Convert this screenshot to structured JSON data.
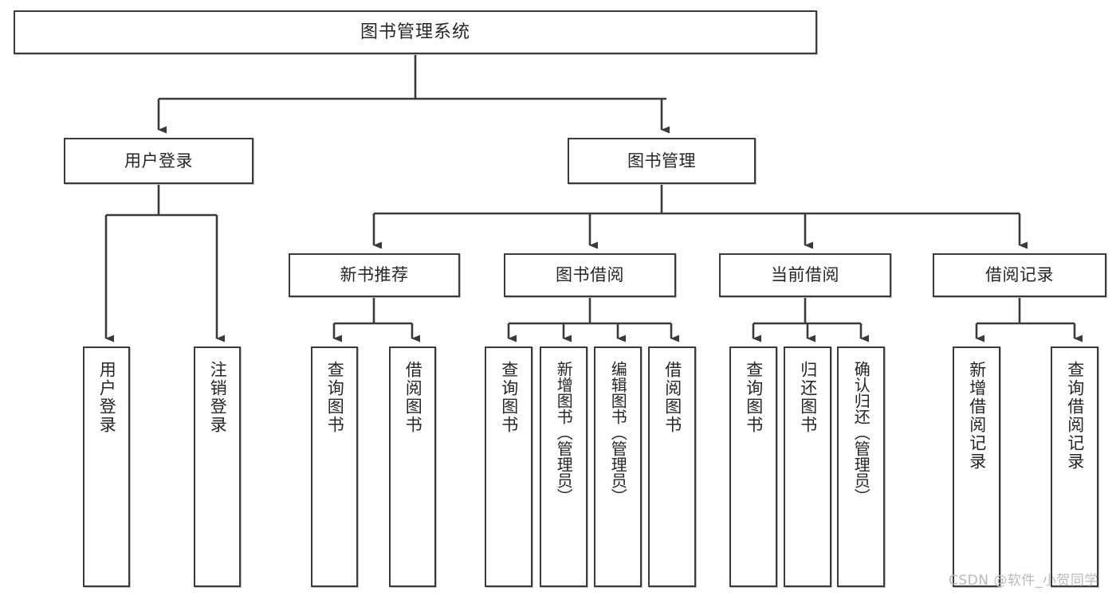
{
  "diagram": {
    "title": "图书管理系统",
    "type": "tree",
    "root": {
      "label": "图书管理系统"
    },
    "level2": [
      {
        "label": "用户登录"
      },
      {
        "label": "图书管理"
      }
    ],
    "level3": [
      {
        "label": "新书推荐",
        "parent": "图书管理"
      },
      {
        "label": "图书借阅",
        "parent": "图书管理"
      },
      {
        "label": "当前借阅",
        "parent": "图书管理"
      },
      {
        "label": "借阅记录",
        "parent": "图书管理"
      }
    ],
    "leaves": {
      "user_login": [
        {
          "label": "用户登录"
        },
        {
          "label": "注销登录"
        }
      ],
      "new_book": [
        {
          "label": "查询图书"
        },
        {
          "label": "借阅图书"
        }
      ],
      "book_borrow": [
        {
          "label": "查询图书"
        },
        {
          "label": "新增图书（管理员）"
        },
        {
          "label": "编辑图书（管理员）"
        },
        {
          "label": "借阅图书"
        }
      ],
      "current_borrow": [
        {
          "label": "查询图书"
        },
        {
          "label": "归还图书"
        },
        {
          "label": "确认归还（管理员）"
        }
      ],
      "borrow_record": [
        {
          "label": "新增借阅记录"
        },
        {
          "label": "查询借阅记录"
        }
      ]
    }
  },
  "watermark": {
    "text": "CSDN @软件_小贺同学"
  },
  "colors": {
    "box_border": "#3a3a3a",
    "box_fill": "#ffffff",
    "text": "#262626",
    "edge": "#3a3a3a",
    "watermark": "#b9b9b9",
    "background": "#ffffff"
  }
}
